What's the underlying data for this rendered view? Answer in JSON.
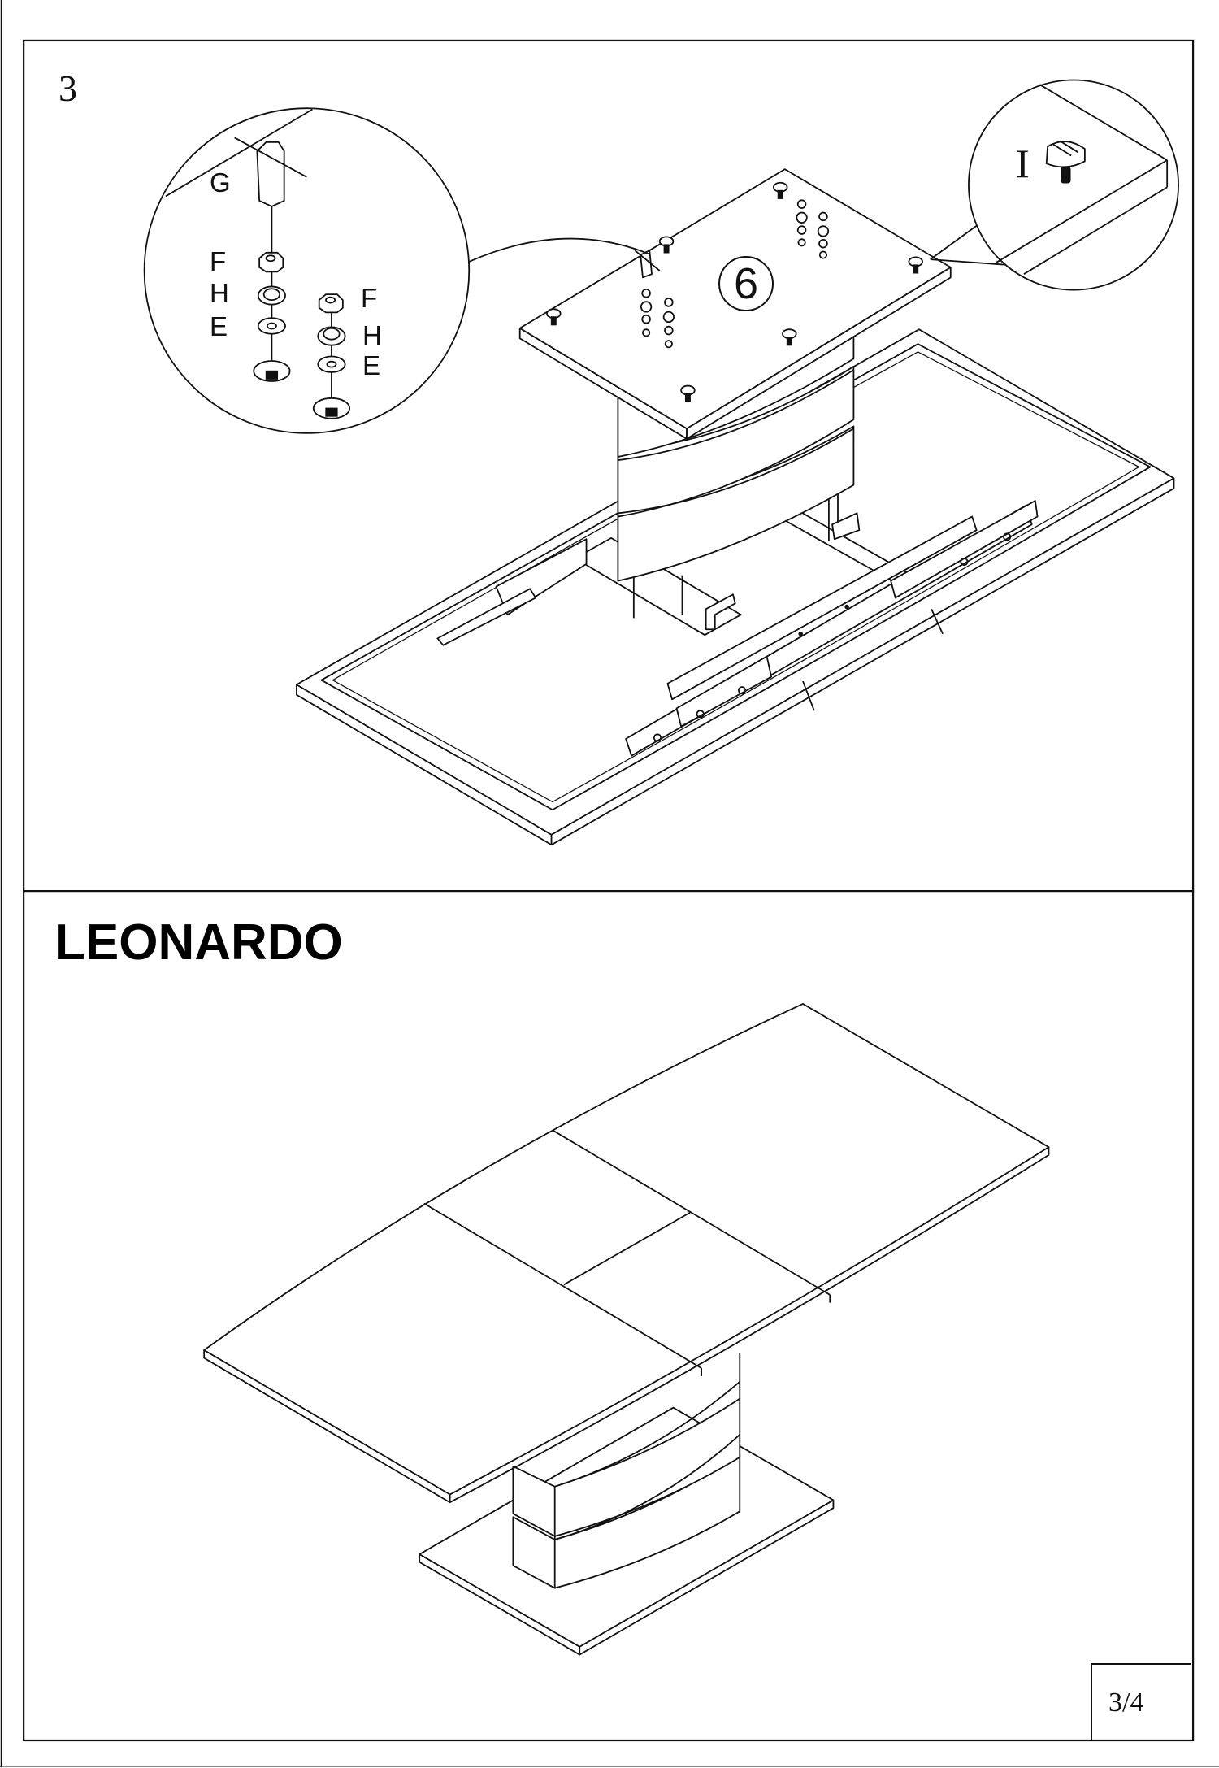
{
  "step": {
    "number": "3"
  },
  "detail_left": {
    "labels": [
      "G",
      "F",
      "H",
      "E",
      "F",
      "H",
      "E"
    ]
  },
  "detail_right": {
    "label": "I"
  },
  "part_callout": "6",
  "product": {
    "name": "LEONARDO"
  },
  "page": {
    "indicator": "3/4"
  }
}
